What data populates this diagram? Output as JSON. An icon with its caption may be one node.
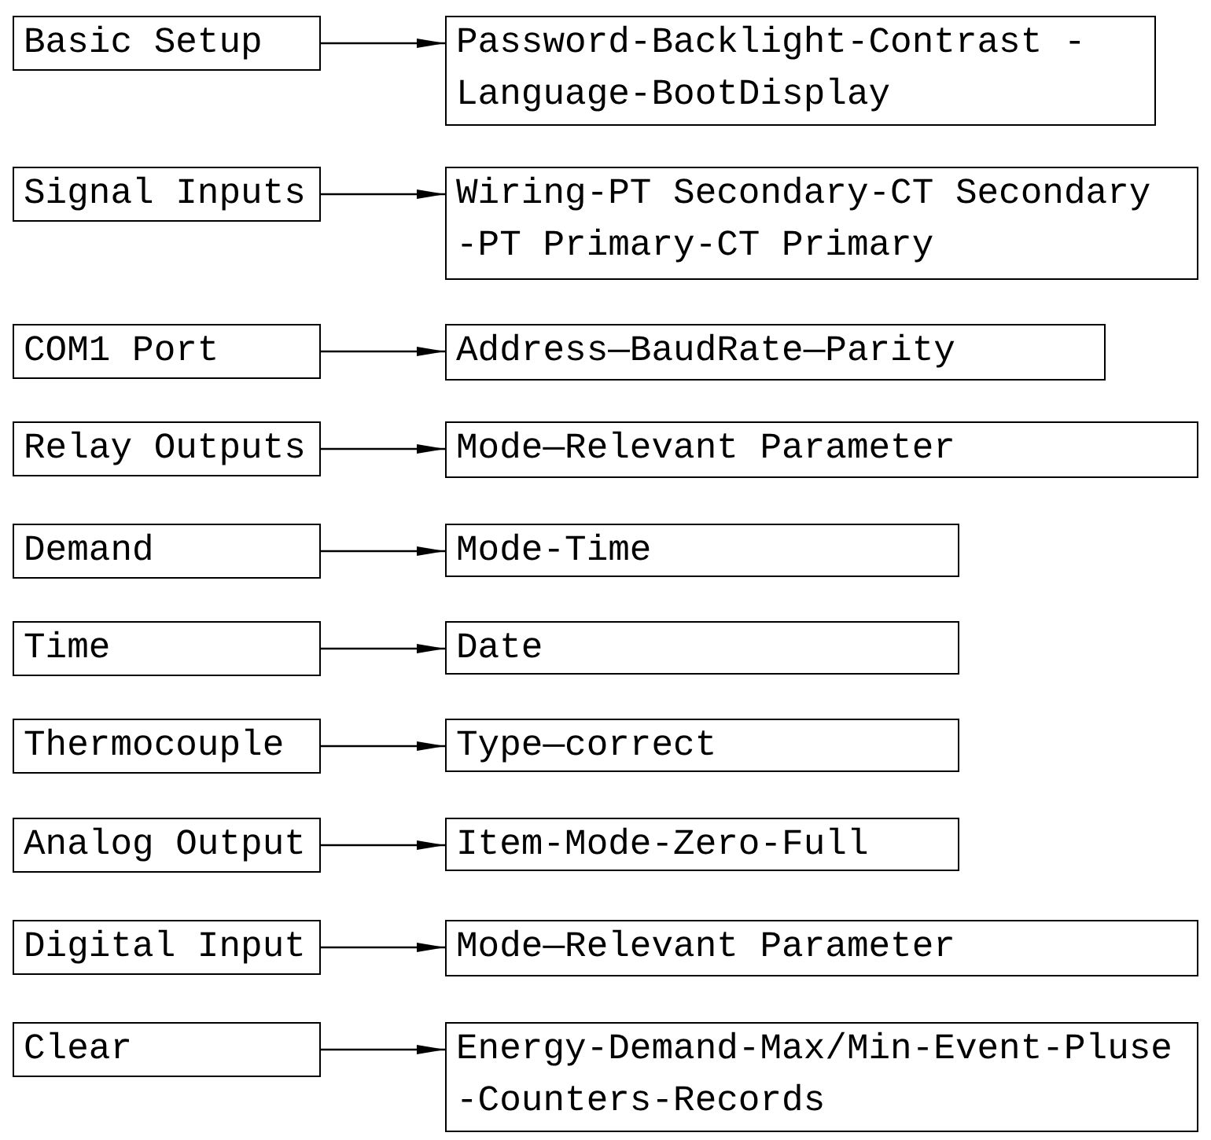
{
  "diagram": {
    "nodes": [
      {
        "text": [
          "Basic Setup"
        ]
      },
      {
        "text": [
          "Password-Backlight-Contrast -Language-BootDisplay"
        ]
      },
      {
        "text": [
          "Signal Inputs"
        ]
      },
      {
        "text": [
          "Wiring-PT Secondary-CT Secondary -PT Primary-CT Primary"
        ]
      },
      {
        "text": [
          "COM1 Port"
        ]
      },
      {
        "text": [
          "Address—BaudRate—Parity"
        ]
      },
      {
        "text": [
          "Relay Outputs"
        ]
      },
      {
        "text": [
          "Mode—Relevant Parameter"
        ]
      },
      {
        "text": [
          "Demand"
        ]
      },
      {
        "text": [
          "Mode-Time"
        ]
      },
      {
        "text": [
          "Time"
        ]
      },
      {
        "text": [
          "Date"
        ]
      },
      {
        "text": [
          "Thermocouple"
        ]
      },
      {
        "text": [
          "Type—correct"
        ]
      },
      {
        "text": [
          "Analog Output"
        ]
      },
      {
        "text": [
          "Item-Mode-Zero-Full"
        ]
      },
      {
        "text": [
          "Digital Input"
        ]
      },
      {
        "text": [
          "Mode—Relevant Parameter"
        ]
      },
      {
        "text": [
          "Clear"
        ]
      },
      {
        "text": [
          "Energy-Demand-Max/Min-Event-Pluse -Counters-Records"
        ]
      }
    ],
    "edges": [
      {
        "from": 0,
        "to": 1,
        "arrow": "to"
      },
      {
        "from": 2,
        "to": 3,
        "arrow": "to"
      },
      {
        "from": 4,
        "to": 5,
        "arrow": "to"
      },
      {
        "from": 6,
        "to": 7,
        "arrow": "to"
      },
      {
        "from": 8,
        "to": 9,
        "arrow": "to"
      },
      {
        "from": 10,
        "to": 11,
        "arrow": "to"
      },
      {
        "from": 12,
        "to": 13,
        "arrow": "to"
      },
      {
        "from": 14,
        "to": 15,
        "arrow": "to"
      },
      {
        "from": 16,
        "to": 17,
        "arrow": "to"
      },
      {
        "from": 18,
        "to": 19,
        "arrow": "to"
      }
    ]
  }
}
